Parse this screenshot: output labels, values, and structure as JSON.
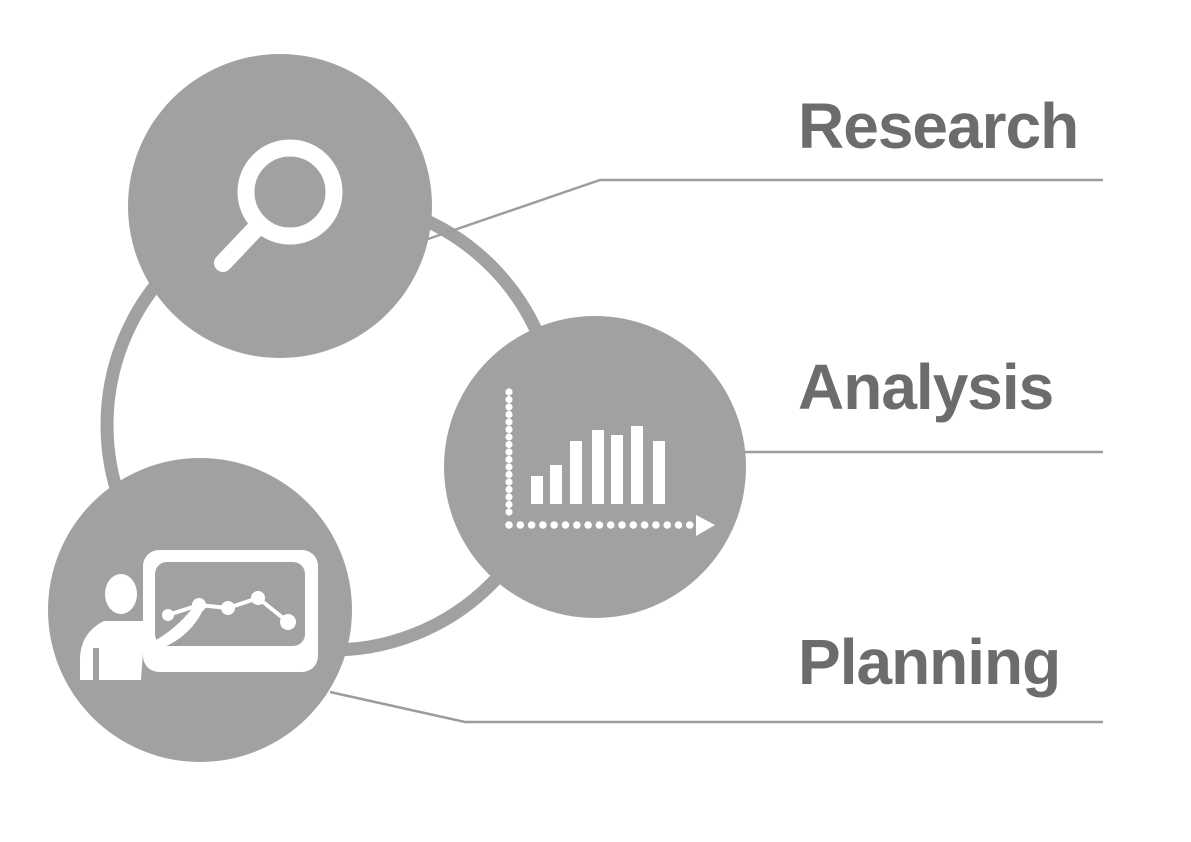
{
  "colors": {
    "circle": "#a0a2a1",
    "line": "#9c9d9d",
    "text": "#6b6c6c",
    "icon": "#ffffff"
  },
  "stages": [
    {
      "label": "Research",
      "icon": "magnifier-icon"
    },
    {
      "label": "Analysis",
      "icon": "bar-chart-icon"
    },
    {
      "label": "Planning",
      "icon": "presentation-icon"
    }
  ]
}
